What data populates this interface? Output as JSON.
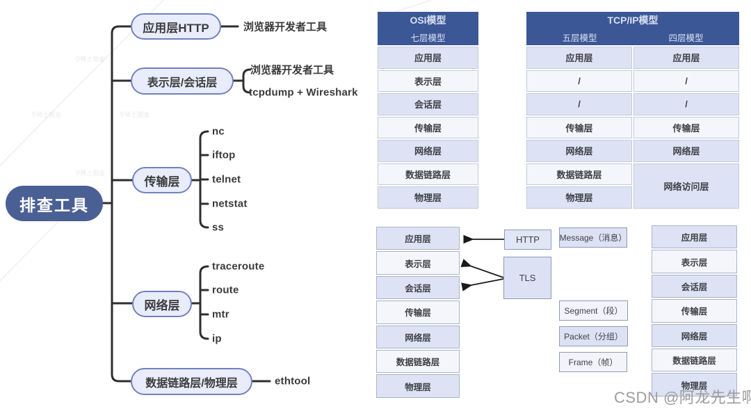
{
  "mindmap": {
    "root": "排查工具",
    "branches": [
      {
        "label": "应用层HTTP",
        "children": [
          "浏览器开发者工具"
        ]
      },
      {
        "label": "表示层/会话层",
        "children": [
          "浏览器开发者工具",
          "tcpdump + Wireshark"
        ]
      },
      {
        "label": "传输层",
        "children": [
          "nc",
          "iftop",
          "telnet",
          "netstat",
          "ss"
        ]
      },
      {
        "label": "网络层",
        "children": [
          "traceroute",
          "route",
          "mtr",
          "ip"
        ]
      },
      {
        "label": "数据链路层/物理层",
        "children": [
          "ethtool"
        ]
      }
    ]
  },
  "osi_table": {
    "title": "OSI模型",
    "subtitle": "七层模型",
    "rows": [
      "应用层",
      "表示层",
      "会话层",
      "传输层",
      "网络层",
      "数据链路层",
      "物理层"
    ]
  },
  "tcpip_table": {
    "title": "TCP/IP模型",
    "col_headers": [
      "五层模型",
      "四层模型"
    ],
    "five_layer": [
      "应用层",
      "/",
      "/",
      "传输层",
      "网络层",
      "数据链路层",
      "物理层"
    ],
    "four_layer": [
      "应用层",
      "/",
      "/",
      "传输层",
      "网络层",
      "网络访问层"
    ]
  },
  "mapping": {
    "osi_left": [
      "应用层",
      "表示层",
      "会话层",
      "传输层",
      "网络层",
      "数据链路层",
      "物理层"
    ],
    "osi_right": [
      "应用层",
      "表示层",
      "会话层",
      "传输层",
      "网络层",
      "数据链路层",
      "物理层"
    ],
    "protocols": {
      "http": "HTTP",
      "tls": "TLS"
    },
    "pdus": [
      "Message（消息）",
      "Segment（段）",
      "Packet（分组）",
      "Frame（帧）"
    ]
  },
  "watermarks": {
    "csdn": "CSDN @阿龙先生啊",
    "bg_mark": "稀土掘金"
  },
  "colors": {
    "header_blue": "#3c5795",
    "row_lavender": "#dde3f5",
    "row_light": "#f4f6fb",
    "root_blue": "#4a6095",
    "node_fill": "#e8ecfb",
    "node_border": "#7181bf",
    "line_dark": "#2e2e2e"
  }
}
